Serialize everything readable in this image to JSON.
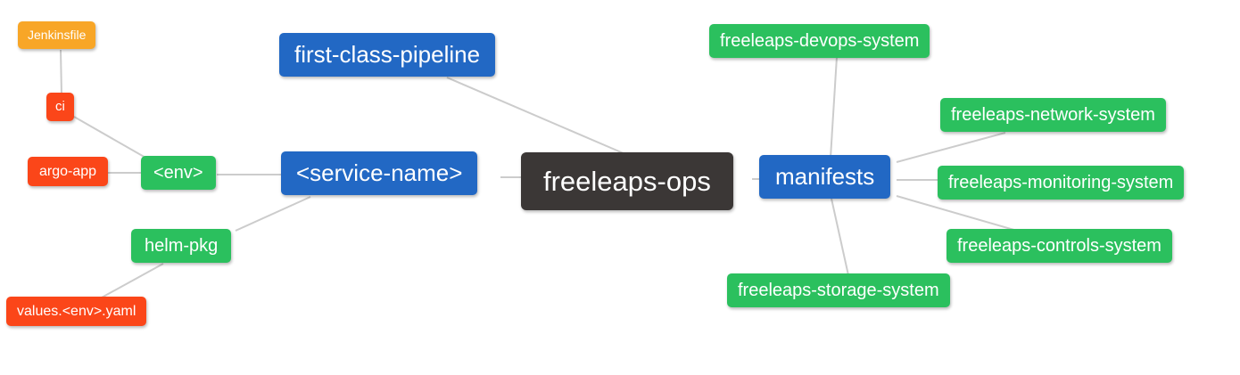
{
  "diagram_type": "mindmap",
  "nodes": {
    "root": "freeleaps-ops",
    "first_class_pipeline": "first-class-pipeline",
    "service_name": "<service-name>",
    "env": "<env>",
    "ci": "ci",
    "jenkinsfile": "Jenkinsfile",
    "argo_app": "argo-app",
    "helm_pkg": "helm-pkg",
    "values_env_yaml": "values.<env>.yaml",
    "manifests": "manifests",
    "devops_system": "freeleaps-devops-system",
    "network_system": "freeleaps-network-system",
    "monitoring_system": "freeleaps-monitoring-system",
    "controls_system": "freeleaps-controls-system",
    "storage_system": "freeleaps-storage-system"
  },
  "edges": [
    {
      "from": "jenkinsfile",
      "to": "ci"
    },
    {
      "from": "ci",
      "to": "env"
    },
    {
      "from": "argo_app",
      "to": "env"
    },
    {
      "from": "env",
      "to": "service_name"
    },
    {
      "from": "helm_pkg",
      "to": "service_name"
    },
    {
      "from": "values_env_yaml",
      "to": "helm_pkg"
    },
    {
      "from": "first_class_pipeline",
      "to": "root"
    },
    {
      "from": "service_name",
      "to": "root"
    },
    {
      "from": "root",
      "to": "manifests"
    },
    {
      "from": "manifests",
      "to": "devops_system"
    },
    {
      "from": "manifests",
      "to": "network_system"
    },
    {
      "from": "manifests",
      "to": "monitoring_system"
    },
    {
      "from": "manifests",
      "to": "controls_system"
    },
    {
      "from": "manifests",
      "to": "storage_system"
    }
  ],
  "colors": {
    "root_bg": "#3b3736",
    "branch_blue": "#2268c4",
    "leaf_green": "#2bc05e",
    "leaf_red": "#fb4619",
    "leaf_orange": "#f8a627",
    "edge_line": "#cccccc",
    "node_text": "#ffffff",
    "background": "#ffffff"
  }
}
